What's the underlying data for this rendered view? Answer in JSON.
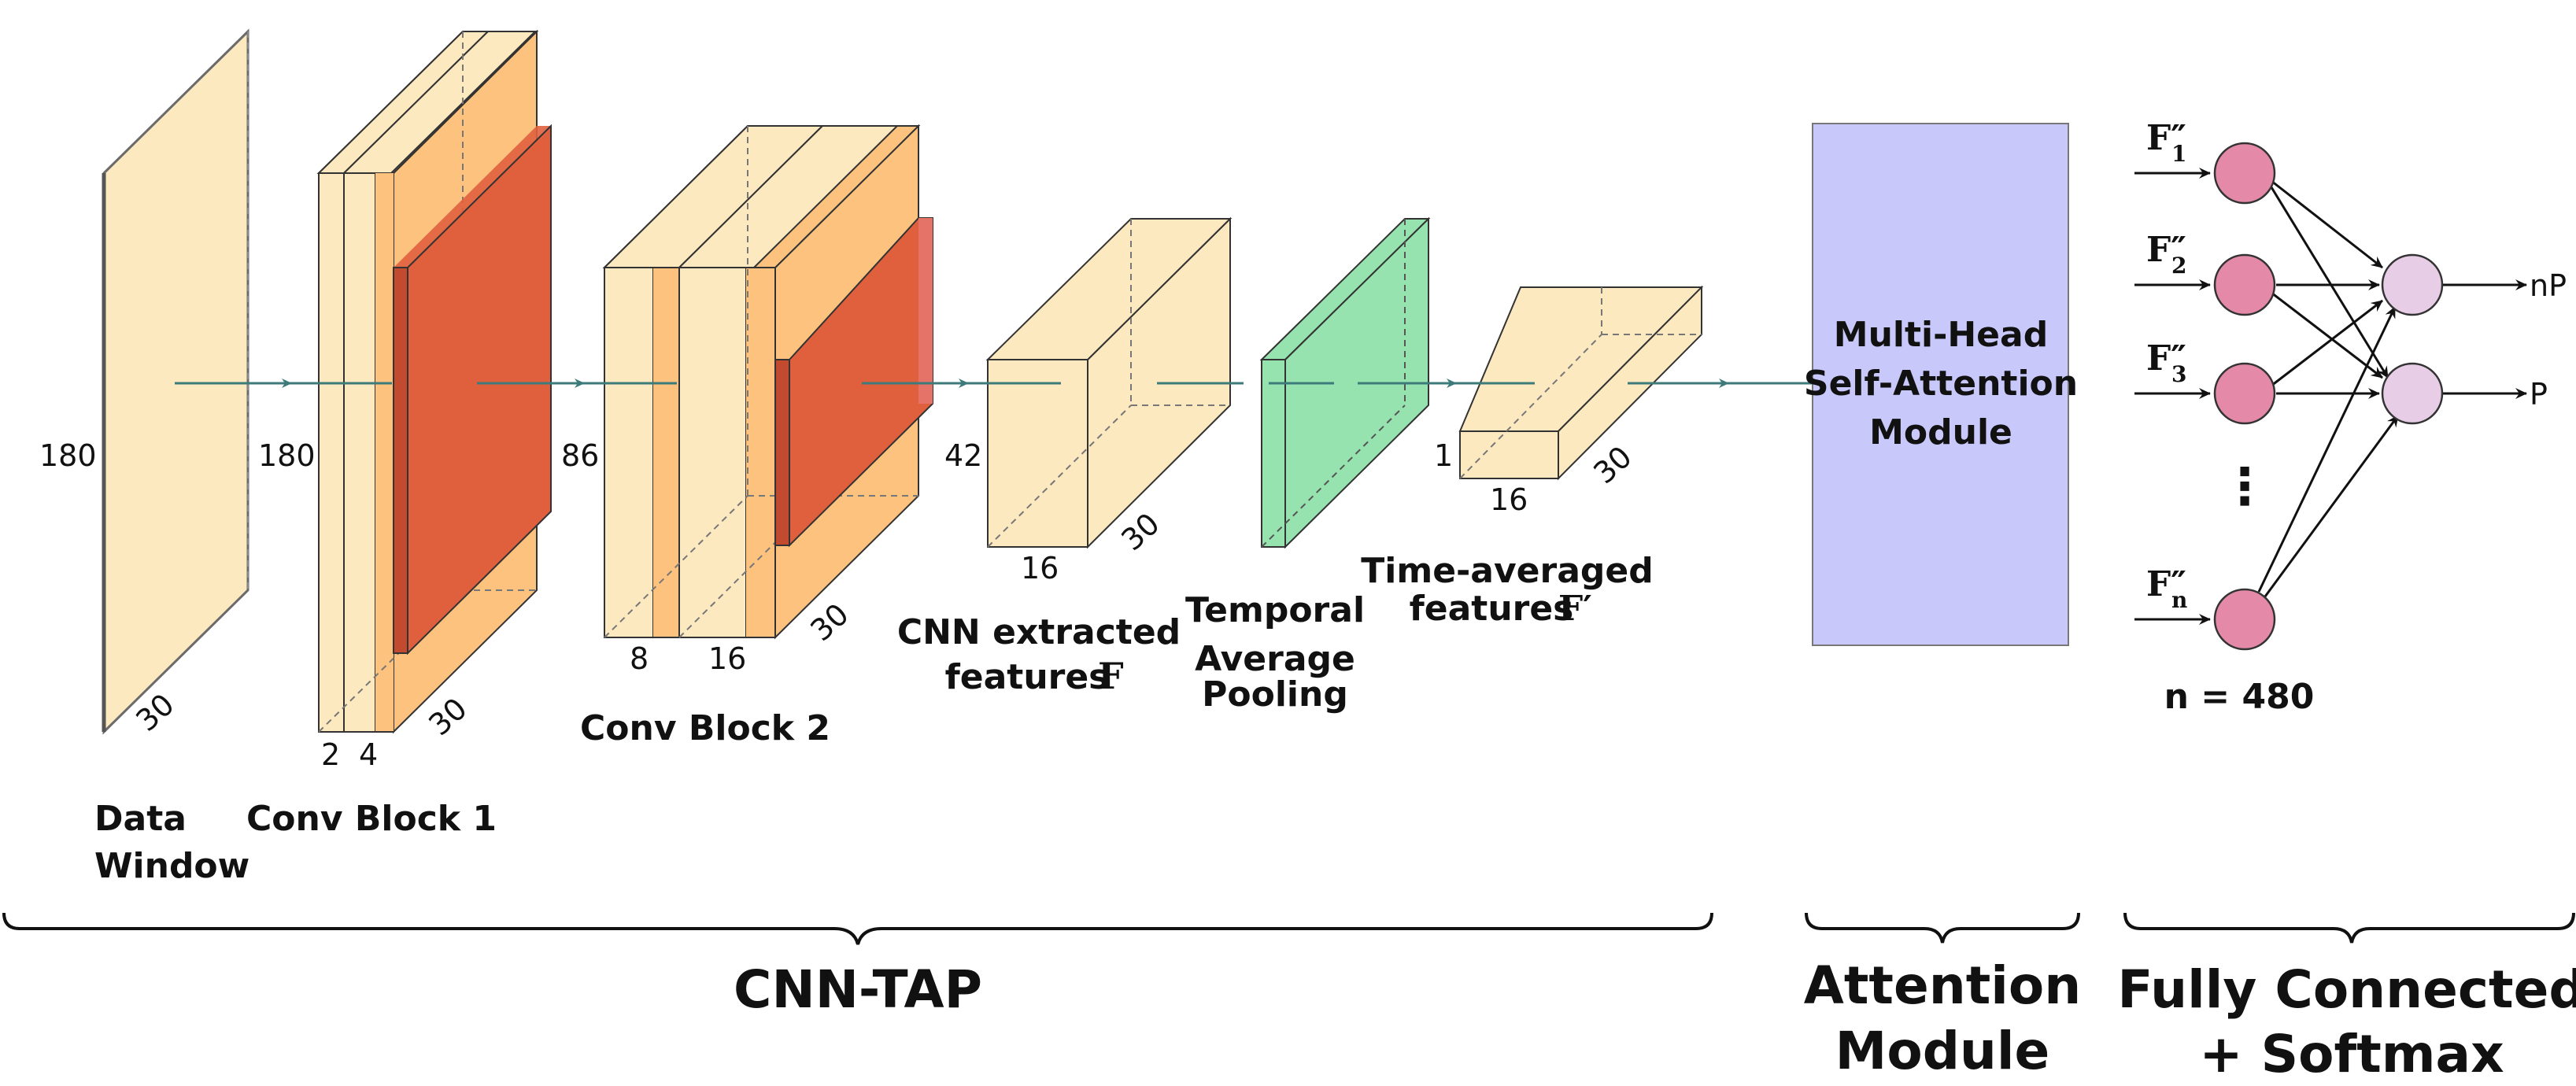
{
  "blocks": {
    "data_window": {
      "label_line1": "Data",
      "label_line2": "Window",
      "height": "180",
      "depth": "30"
    },
    "conv_block_1": {
      "label": "Conv Block 1",
      "height": "180",
      "width_a": "2",
      "width_b": "4",
      "depth": "30"
    },
    "conv_block_2": {
      "label": "Conv Block 2",
      "height": "86",
      "width_a": "8",
      "width_b": "16",
      "depth": "30"
    },
    "cnn_features": {
      "label_line1": "CNN extracted",
      "label_line2": "features",
      "symbol": "F",
      "height": "42",
      "width": "16",
      "depth": "30"
    },
    "temporal_pooling": {
      "label_line1": "Temporal",
      "label_line2": "Average",
      "label_line3": "Pooling"
    },
    "time_averaged": {
      "label_line1": "Time-averaged",
      "label_line2": "features",
      "symbol": "F′",
      "height": "1",
      "width": "16",
      "depth": "30"
    }
  },
  "attention": {
    "line1": "Multi-Head",
    "line2": "Self-Attention",
    "line3": "Module"
  },
  "fc": {
    "inputs": [
      "F″",
      "F″",
      "F″",
      "F″"
    ],
    "input_subscripts": [
      "1",
      "2",
      "3",
      "n"
    ],
    "ellipsis": "⋮",
    "outputs": [
      "nP",
      "P"
    ],
    "n_label": "n = 480"
  },
  "sections": {
    "cnn_tap": "CNN-TAP",
    "attention_line1": "Attention",
    "attention_line2": "Module",
    "fc_line1": "Fully Connected",
    "fc_line2": "+ Softmax"
  },
  "colors": {
    "cream": "#fde9c0",
    "orange": "#fdc27e",
    "red": "#e0603e",
    "green": "#96e3b0",
    "lavender": "#c8c8fa",
    "pink_node": "#e48aa8",
    "light_node": "#e8cde6",
    "arrow": "#3d7a7a"
  }
}
